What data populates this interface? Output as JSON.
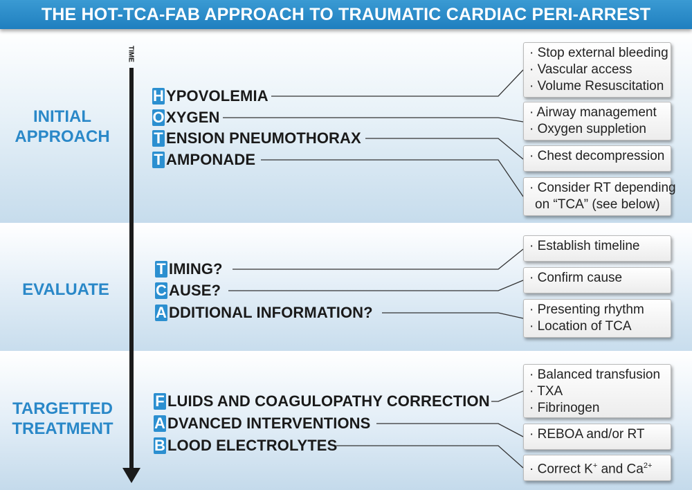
{
  "title": "THE HOT-TCA-FAB APPROACH TO TRAUMATIC CARDIAC PERI-ARREST",
  "time_label": "TIME",
  "sections": [
    {
      "label_lines": [
        "INITIAL",
        "APPROACH"
      ],
      "rows": [
        {
          "letter": "H",
          "text": "YPOVOLEMIA"
        },
        {
          "letter": "O",
          "text": "XYGEN"
        },
        {
          "letter": "T",
          "text": "ENSION PNEUMOTHORAX"
        },
        {
          "letter": "T",
          "text": "AMPONADE"
        }
      ],
      "boxes": [
        {
          "items": [
            "· Stop external bleeding",
            "· Vascular access",
            "· Volume Resuscitation"
          ]
        },
        {
          "items": [
            "· Airway management",
            "· Oxygen suppletion"
          ]
        },
        {
          "items": [
            "· Chest decompression"
          ]
        },
        {
          "items": [
            "· Consider RT depending",
            "on “TCA” (see below)"
          ]
        }
      ]
    },
    {
      "label_lines": [
        "EVALUATE"
      ],
      "rows": [
        {
          "letter": "T",
          "text": "IMING?"
        },
        {
          "letter": "C",
          "text": "AUSE?"
        },
        {
          "letter": "A",
          "text": "DDITIONAL INFORMATION?"
        }
      ],
      "boxes": [
        {
          "items": [
            "· Establish timeline"
          ]
        },
        {
          "items": [
            "· Confirm cause"
          ]
        },
        {
          "items": [
            "· Presenting rhythm",
            "· Location of TCA"
          ]
        }
      ]
    },
    {
      "label_lines": [
        "TARGETTED",
        "TREATMENT"
      ],
      "rows": [
        {
          "letter": "F",
          "text": "LUIDS AND COAGULOPATHY CORRECTION"
        },
        {
          "letter": "A",
          "text": "DVANCED INTERVENTIONS"
        },
        {
          "letter": "B",
          "text": "LOOD ELECTROLYTES"
        }
      ],
      "boxes": [
        {
          "items": [
            "· Balanced transfusion",
            "· TXA",
            "· Fibrinogen"
          ]
        },
        {
          "items": [
            "· REBOA and/or RT"
          ]
        },
        {
          "items_html_parts": [
            "· Correct K",
            "+",
            " and Ca",
            "2+"
          ]
        }
      ]
    }
  ],
  "colors": {
    "header_blue": "#2387c7",
    "letter_blue": "#2b8fd0",
    "section_label_blue": "#2a88c8",
    "text_dark": "#1a1a1a"
  }
}
